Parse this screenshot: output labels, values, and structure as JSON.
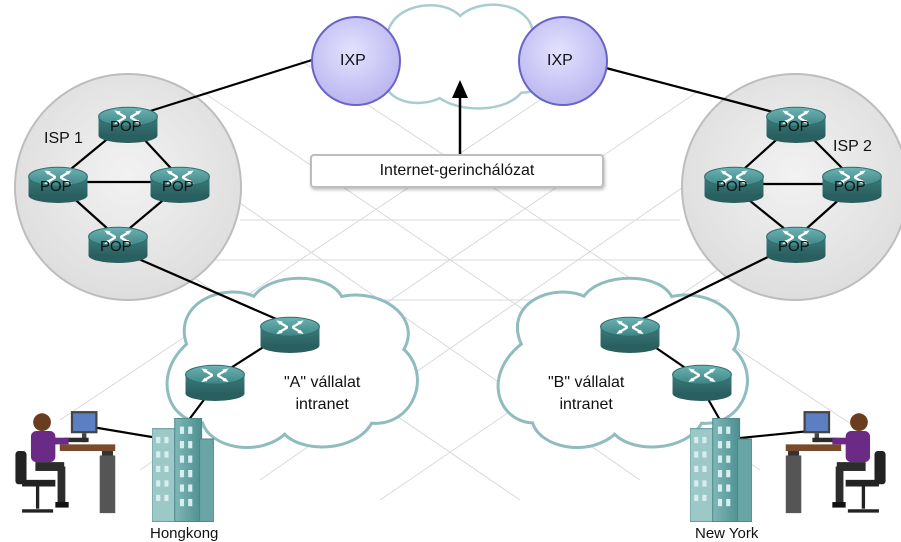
{
  "labels": {
    "ixp_left": "IXP",
    "ixp_right": "IXP",
    "backbone": "Internet-gerinchálózat",
    "isp1": "ISP 1",
    "isp2": "ISP 2",
    "pop": "POP",
    "intranet_a_line1": "\"A\" vállalat",
    "intranet_a_line2": "intranet",
    "intranet_b_line1": "\"B\" vállalat",
    "intranet_b_line2": "intranet",
    "city_left": "Hongkong",
    "city_right": "New York"
  },
  "colors": {
    "ixp_fill": "#cbc8f5",
    "ixp_stroke": "#6a64c8",
    "isp_circle_fill": "#e6e6e6",
    "cloud_stroke": "#8fbcbc",
    "router": "#3f8f8f",
    "link": "#000000"
  }
}
